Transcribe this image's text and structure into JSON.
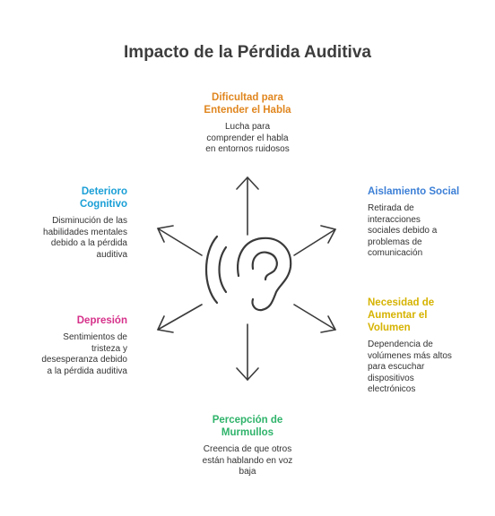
{
  "title": "Impacto de la Pérdida Auditiva",
  "colors": {
    "arrow": "#3a3a3a",
    "orange": "#e0861f",
    "blue": "#3c7fd6",
    "yellow": "#d6b300",
    "green": "#2fb36a",
    "magenta": "#d6318a",
    "cyan": "#1a9fd6"
  },
  "nodes": {
    "top": {
      "head": [
        "Dificultad para",
        "Entender el Habla"
      ],
      "desc": [
        "Lucha para",
        "comprender el habla",
        "en entornos ruidosos"
      ]
    },
    "right_upper": {
      "head": [
        "Aislamiento Social"
      ],
      "desc": [
        "Retirada de",
        "interacciones",
        "sociales debido a",
        "problemas de",
        "comunicación"
      ]
    },
    "right_lower": {
      "head": [
        "Necesidad de",
        "Aumentar el",
        "Volumen"
      ],
      "desc": [
        "Dependencia de",
        "volúmenes más altos",
        "para escuchar",
        "dispositivos",
        "electrónicos"
      ]
    },
    "bottom": {
      "head": [
        "Percepción de",
        "Murmullos"
      ],
      "desc": [
        "Creencia de que otros",
        "están hablando en voz",
        "baja"
      ]
    },
    "left_lower": {
      "head": [
        "Depresión"
      ],
      "desc": [
        "Sentimientos de",
        "tristeza y",
        "desesperanza debido",
        "a la pérdida auditiva"
      ]
    },
    "left_upper": {
      "head": [
        "Deterioro",
        "Cognitivo"
      ],
      "desc": [
        "Disminución de las",
        "habilidades mentales",
        "debido a la pérdida",
        "auditiva"
      ]
    }
  },
  "icons": {
    "center": "ear-with-sound-waves-icon"
  }
}
